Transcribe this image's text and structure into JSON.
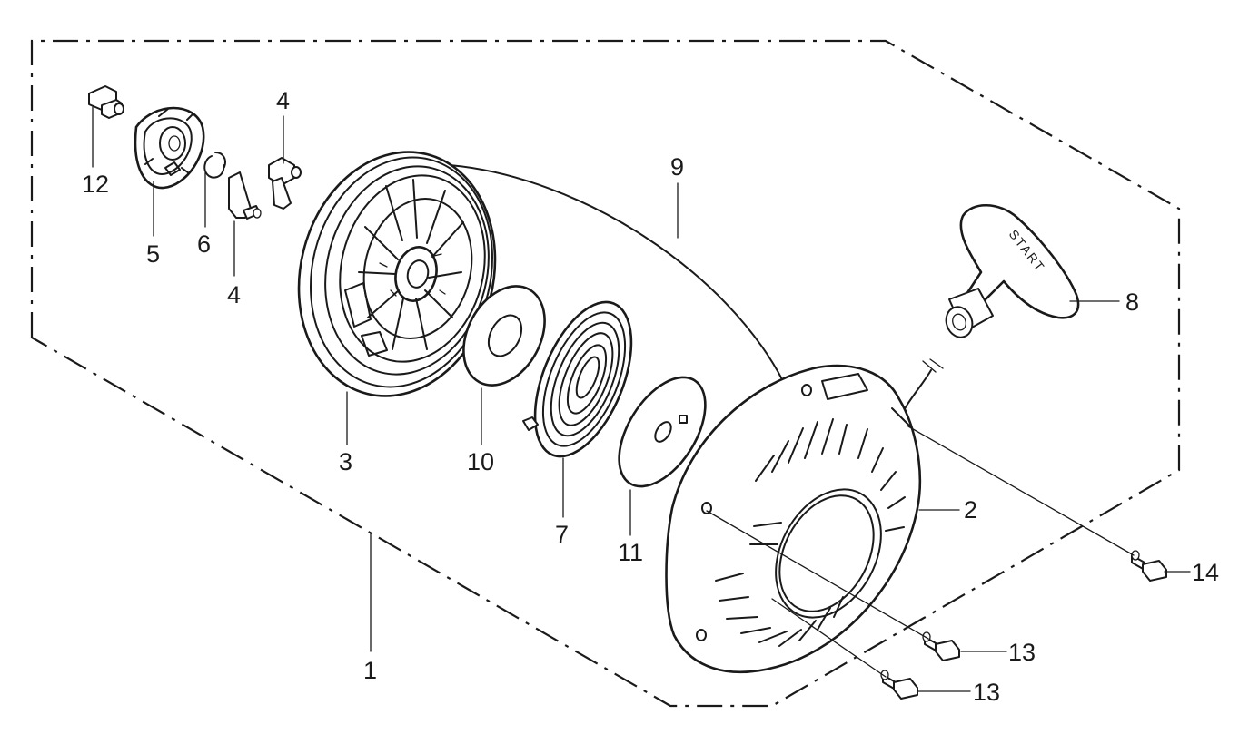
{
  "diagram": {
    "parts": [
      {
        "id": "p1",
        "number": "1"
      },
      {
        "id": "p2",
        "number": "2"
      },
      {
        "id": "p3",
        "number": "3"
      },
      {
        "id": "p4a",
        "number": "4"
      },
      {
        "id": "p4b",
        "number": "4"
      },
      {
        "id": "p5",
        "number": "5"
      },
      {
        "id": "p6",
        "number": "6"
      },
      {
        "id": "p7",
        "number": "7"
      },
      {
        "id": "p8",
        "number": "8"
      },
      {
        "id": "p9",
        "number": "9"
      },
      {
        "id": "p10",
        "number": "10"
      },
      {
        "id": "p11",
        "number": "11"
      },
      {
        "id": "p12",
        "number": "12"
      },
      {
        "id": "p13a",
        "number": "13"
      },
      {
        "id": "p13b",
        "number": "13"
      },
      {
        "id": "p14",
        "number": "14"
      }
    ],
    "handle_text": "START"
  }
}
